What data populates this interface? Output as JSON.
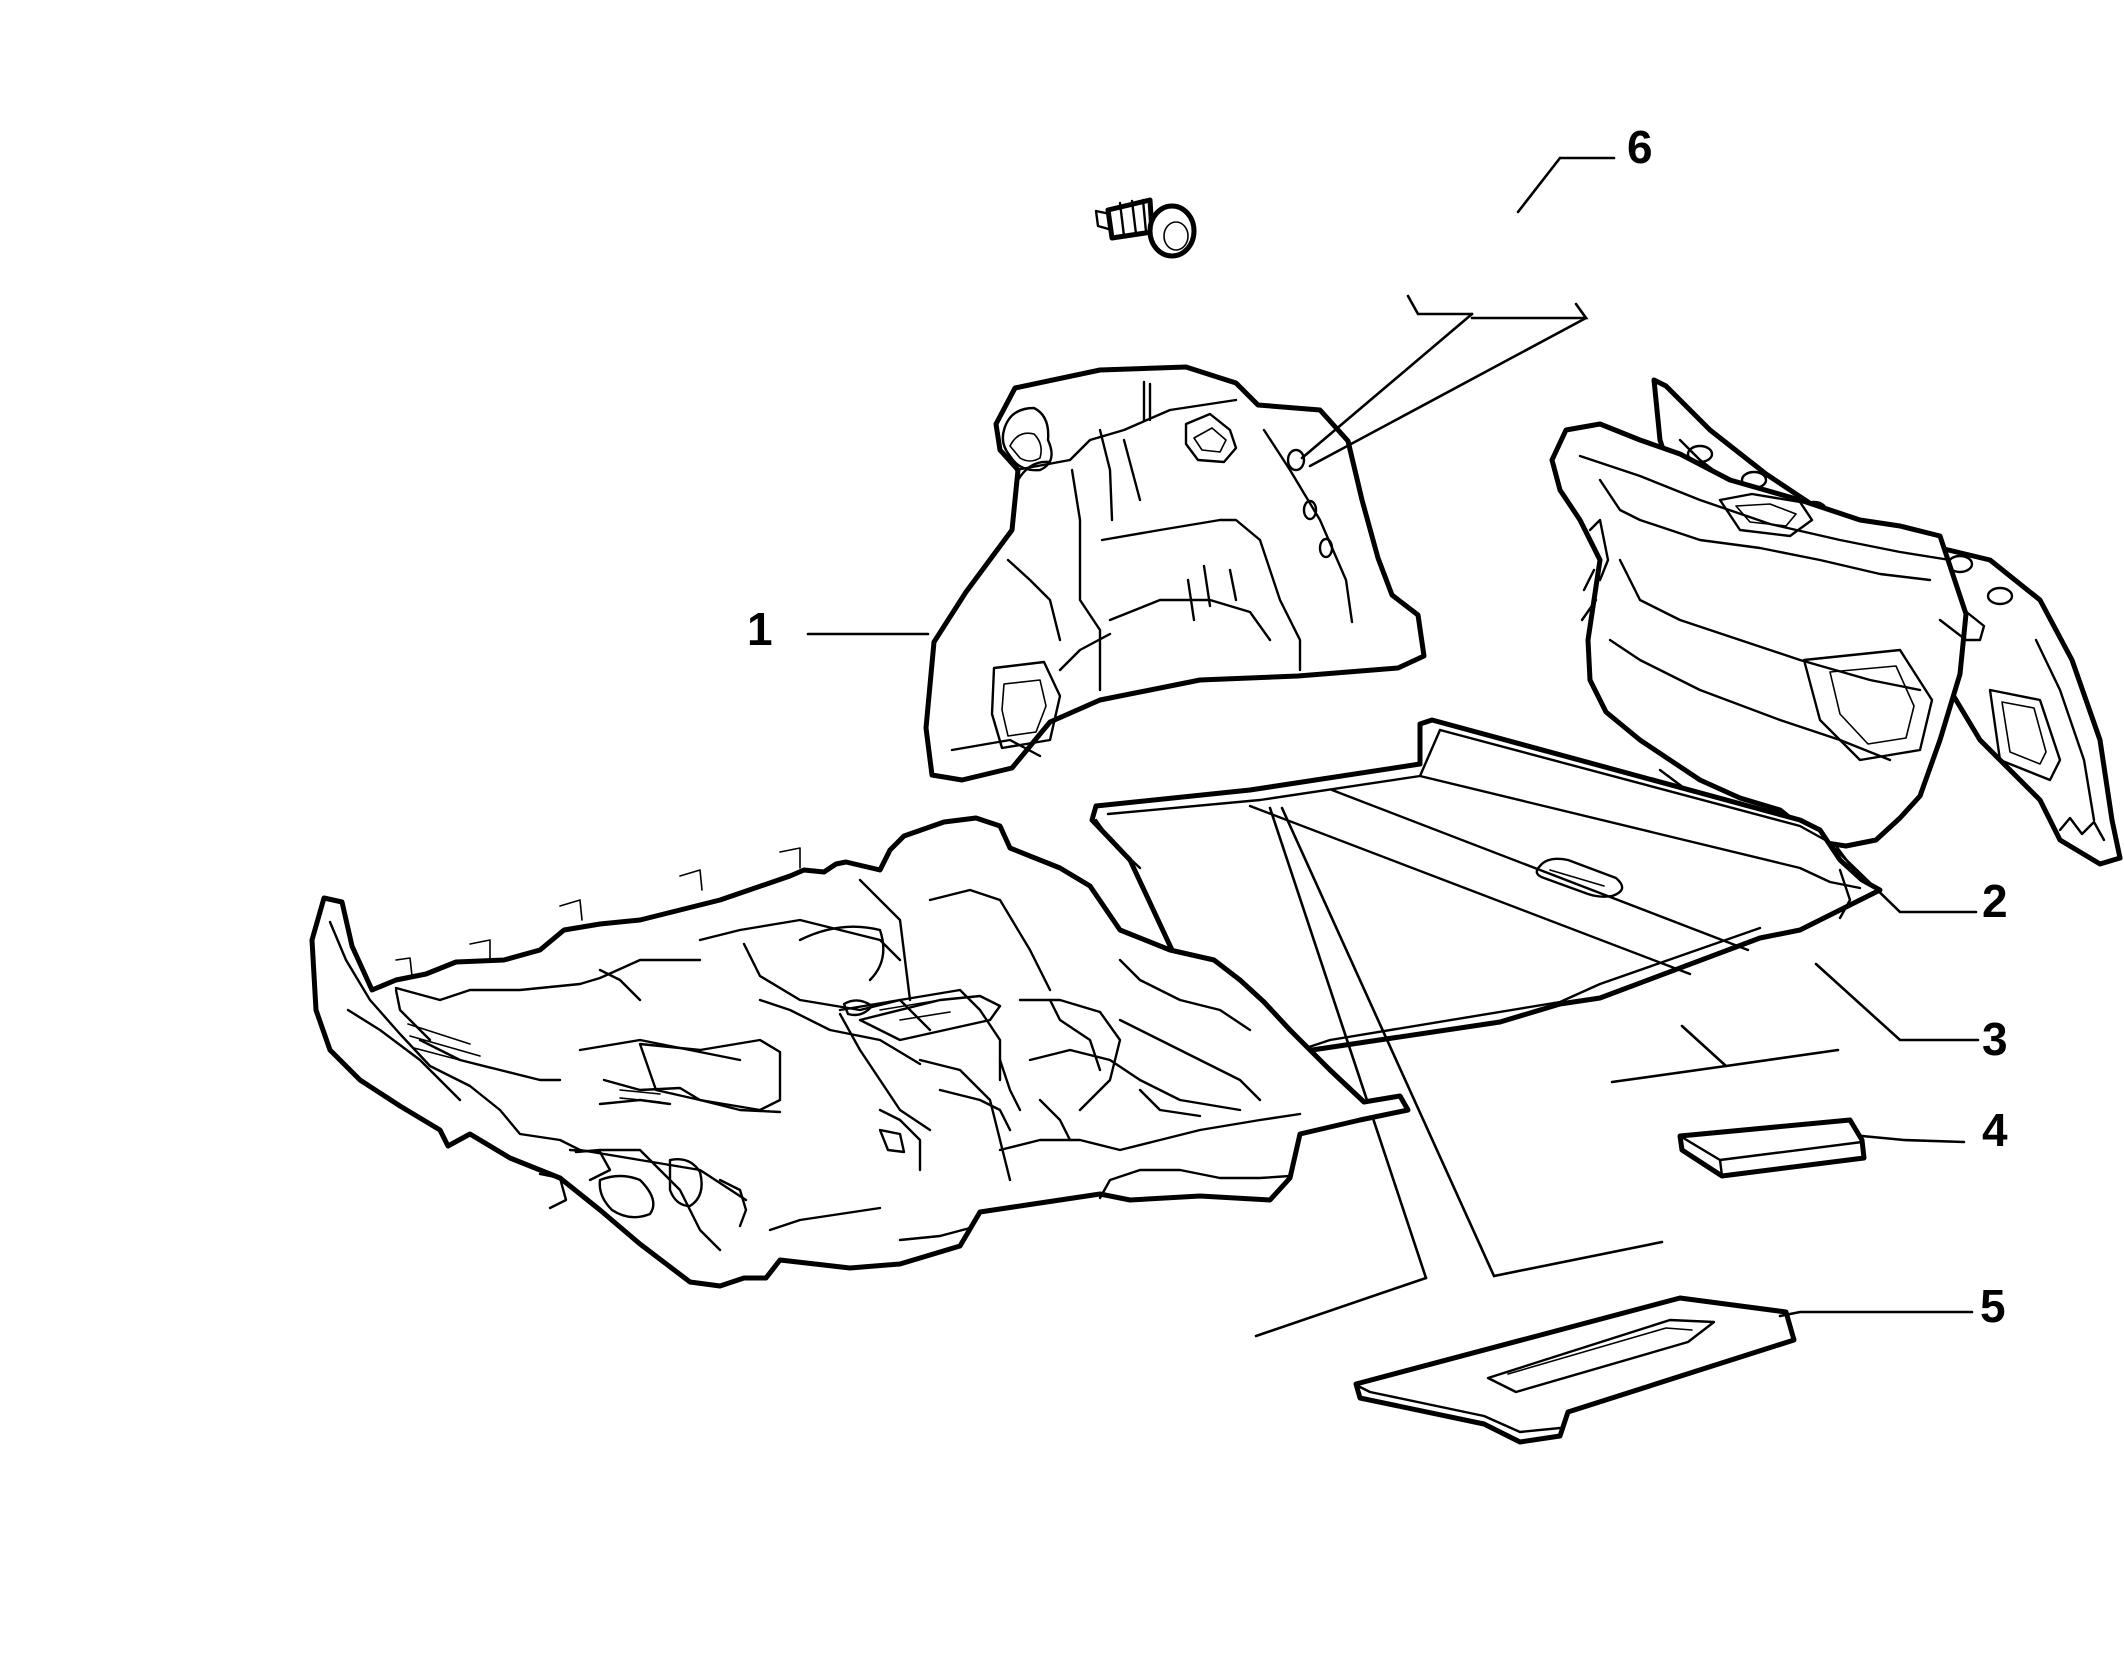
{
  "diagram": {
    "callouts": [
      {
        "id": "callout-1",
        "text": "1"
      },
      {
        "id": "callout-2",
        "text": "2"
      },
      {
        "id": "callout-3",
        "text": "3"
      },
      {
        "id": "callout-4",
        "text": "4"
      },
      {
        "id": "callout-5",
        "text": "5"
      },
      {
        "id": "callout-6",
        "text": "6"
      }
    ]
  }
}
